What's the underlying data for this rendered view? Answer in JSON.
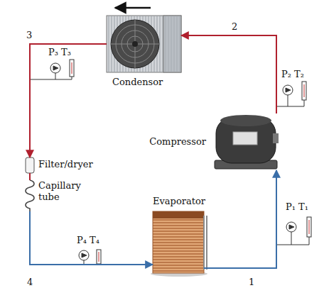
{
  "diagram": {
    "nodes": [
      {
        "text": [
          "Condensor"
        ]
      },
      {
        "text": [
          "Compressor"
        ]
      },
      {
        "text": [
          "Filter/dryer"
        ]
      },
      {
        "text": [
          "Capillary tube"
        ]
      },
      {
        "text": [
          "Evaporator"
        ]
      }
    ],
    "edges": [
      {
        "from": 1,
        "to": 0,
        "arrow": "to"
      },
      {
        "from": 0,
        "to": 2,
        "arrow": "to"
      },
      {
        "from": 2,
        "to": 3,
        "arrow": "none"
      },
      {
        "from": 3,
        "to": 4,
        "arrow": "to"
      },
      {
        "from": 4,
        "to": 1,
        "arrow": "to"
      }
    ],
    "labels": [
      "2",
      "3",
      "P₃ T₃",
      "P₂ T₂",
      "P₁ T₁",
      "P₄ T₄",
      "1",
      "4"
    ]
  }
}
